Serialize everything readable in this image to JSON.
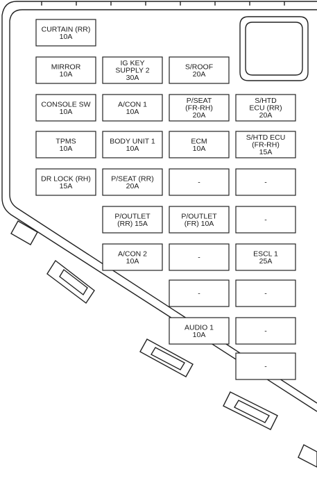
{
  "colors": {
    "outline": "#222222",
    "background": "#ffffff",
    "text": "#1a1a1a"
  },
  "fuses": [
    {
      "id": "curtain-rr",
      "lines": [
        "CURTAIN (RR)",
        "10A"
      ]
    },
    {
      "id": "mirror",
      "lines": [
        "MIRROR",
        "10A"
      ]
    },
    {
      "id": "ig-key-supply-2",
      "lines": [
        "IG KEY",
        "SUPPLY 2",
        "30A"
      ]
    },
    {
      "id": "s-roof",
      "lines": [
        "S/ROOF",
        "20A"
      ]
    },
    {
      "id": "console-sw",
      "lines": [
        "CONSOLE SW",
        "10A"
      ]
    },
    {
      "id": "a-con-1",
      "lines": [
        "A/CON 1",
        "10A"
      ]
    },
    {
      "id": "p-seat-fr-rh",
      "lines": [
        "P/SEAT",
        "(FR-RH)",
        "20A"
      ]
    },
    {
      "id": "s-htd-ecu-rr",
      "lines": [
        "S/HTD",
        "ECU (RR)",
        "20A"
      ]
    },
    {
      "id": "tpms",
      "lines": [
        "TPMS",
        "10A"
      ]
    },
    {
      "id": "body-unit-1",
      "lines": [
        "BODY UNIT 1",
        "10A"
      ]
    },
    {
      "id": "ecm",
      "lines": [
        "ECM",
        "10A"
      ]
    },
    {
      "id": "s-htd-ecu-fr-rh",
      "lines": [
        "S/HTD ECU",
        "(FR-RH)",
        "15A"
      ]
    },
    {
      "id": "dr-lock-rh",
      "lines": [
        "DR LOCK (RH)",
        "15A"
      ]
    },
    {
      "id": "p-seat-rr",
      "lines": [
        "P/SEAT (RR)",
        "20A"
      ]
    },
    {
      "id": "empty-r5c3",
      "lines": [
        "-"
      ]
    },
    {
      "id": "empty-r5c4",
      "lines": [
        "-"
      ]
    },
    {
      "id": "p-outlet-rr",
      "lines": [
        "P/OUTLET",
        "(RR) 15A"
      ]
    },
    {
      "id": "p-outlet-fr",
      "lines": [
        "P/OUTLET",
        "(FR) 10A"
      ]
    },
    {
      "id": "empty-r6c4",
      "lines": [
        "-"
      ]
    },
    {
      "id": "a-con-2",
      "lines": [
        "A/CON 2",
        "10A"
      ]
    },
    {
      "id": "empty-r7c3",
      "lines": [
        "-"
      ]
    },
    {
      "id": "escl-1",
      "lines": [
        "ESCL 1",
        "25A"
      ]
    },
    {
      "id": "empty-r8c3",
      "lines": [
        "-"
      ]
    },
    {
      "id": "empty-r8c4",
      "lines": [
        "-"
      ]
    },
    {
      "id": "audio-1",
      "lines": [
        "AUDIO 1",
        "10A"
      ]
    },
    {
      "id": "empty-r9c4",
      "lines": [
        "-"
      ]
    },
    {
      "id": "empty-r10c4",
      "lines": [
        "-"
      ]
    }
  ]
}
